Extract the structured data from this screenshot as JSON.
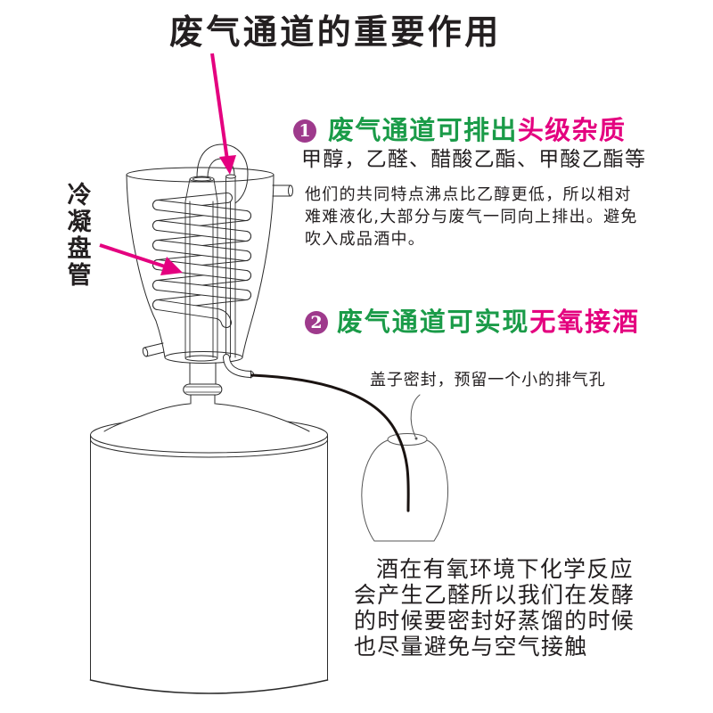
{
  "title": "废气通道的重要作用",
  "coil_label": "冷凝盘管",
  "section1": {
    "badge": "1",
    "heading_green": "废气通道可排出",
    "heading_highlight": "头级杂质",
    "compounds": "甲醇，乙醛、醋酸乙酯、甲酸乙酯等",
    "explanation_lines": [
      "他们的共同特点沸点比乙醇更低，所以相对",
      "难难液化,大部分与废气一同向上排出。避免",
      "吹入成品酒中。"
    ]
  },
  "section2": {
    "badge": "2",
    "heading_green": "废气通道可实现",
    "heading_highlight": "无氧接酒",
    "bottle_note": "盖子密封，预留一个小的排气孔",
    "explanation_lines": [
      "酒在有氧环境下化学反应",
      "会产生乙醛所以我们在发酵",
      "的时候要密封好蒸馏的时候",
      "也尽量避免与空气接触"
    ]
  },
  "diagram": {
    "components": [
      "condenser-vessel",
      "cooling-coil",
      "exhaust-channel-u-bend",
      "central-vapor-tube",
      "outlet-tube",
      "still-pot",
      "hose",
      "receiving-bottle"
    ],
    "icons": {
      "arrow_to_exhaust": "arrow-down-icon",
      "arrow_to_coil": "arrow-right-icon"
    }
  },
  "colors": {
    "text": "#231f20",
    "heading_green": "#1a9b48",
    "highlight": "#e4007f",
    "badge": "#9e3a8c",
    "arrow": "#e4007f",
    "hose": "#1a1311"
  }
}
